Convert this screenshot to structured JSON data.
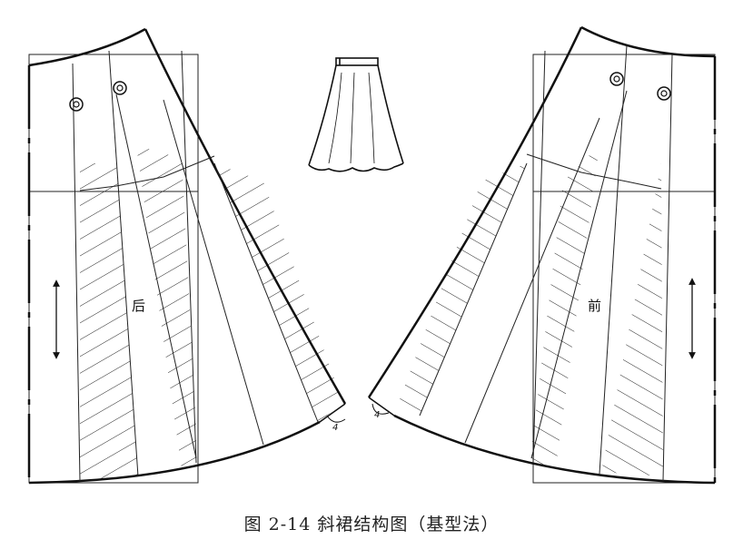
{
  "caption": "图 2-14   斜裙结构图（基型法）",
  "labels": {
    "back": "后",
    "front": "前",
    "hem_left": "4",
    "hem_right": "4"
  }
}
